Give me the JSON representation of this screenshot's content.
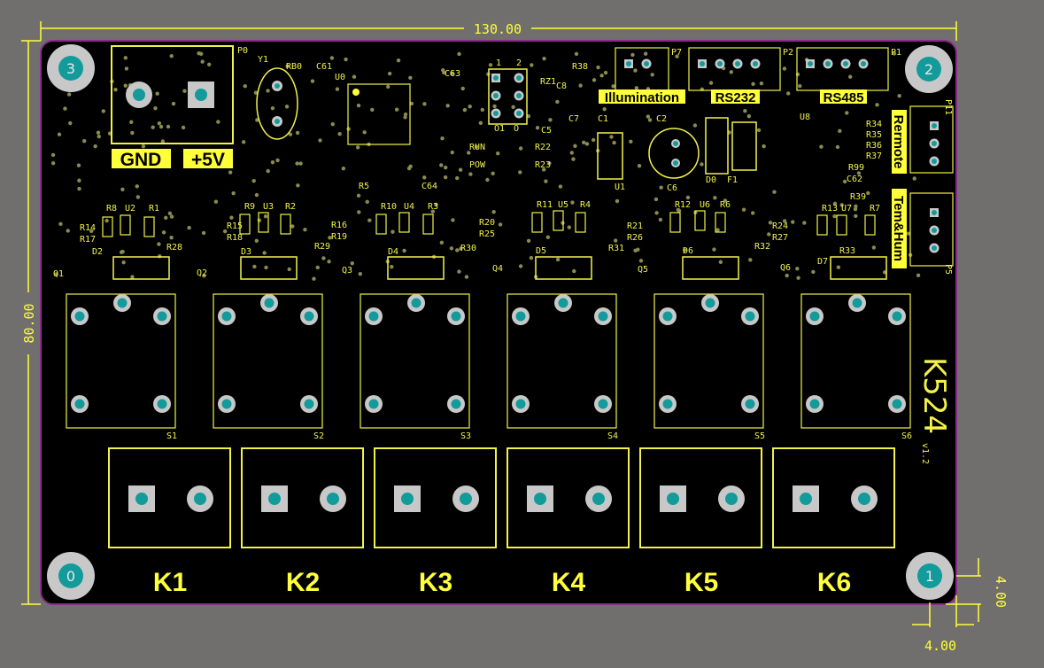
{
  "board": {
    "name": "K524",
    "version": "v1.2",
    "colors": {
      "background": "#716f6e",
      "board": "#000000",
      "outline": "#8b2a8b",
      "silkscreen": "#f2f24a",
      "pad": "#c8c8c8",
      "hole": "#139a9a",
      "via": "#8a8a50"
    }
  },
  "dimensions": {
    "width": "130.00",
    "height": "80.00",
    "hole_x": "4.00",
    "hole_y": "4.00"
  },
  "mounting_holes": [
    "3",
    "2",
    "0",
    "1"
  ],
  "power": {
    "designator": "P0",
    "gnd_label": "GND",
    "vcc_label": "+5V"
  },
  "connectors": [
    {
      "designator": "P7",
      "label": "Illumination"
    },
    {
      "designator": "P2",
      "label": "RS232"
    },
    {
      "designator": "P1",
      "label": "RS485"
    },
    {
      "designator": "P11",
      "label": "Rermote"
    },
    {
      "designator": "P5",
      "label": "Tem&Hum"
    }
  ],
  "relays": [
    "S1",
    "S2",
    "S3",
    "S4",
    "S5",
    "S6"
  ],
  "terminals": [
    "K1",
    "K2",
    "K3",
    "K4",
    "K5",
    "K6"
  ],
  "header_labels": [
    "1",
    "2",
    "O1",
    "O"
  ],
  "designators": [
    "Y1",
    "RB0",
    "C61",
    "U0",
    "C63",
    "R38",
    "RZ1",
    "C8",
    "C7",
    "C5",
    "C1",
    "C2",
    "RUN",
    "R22",
    "POW",
    "R23",
    "U1",
    "C6",
    "D0",
    "F1",
    "U8",
    "R34",
    "R35",
    "R36",
    "R37",
    "R99",
    "C62",
    "R39",
    "R5",
    "C64",
    "R8",
    "U2",
    "R1",
    "R14",
    "R17",
    "R15",
    "R18",
    "R9",
    "U3",
    "R2",
    "R16",
    "R19",
    "R10",
    "U4",
    "R3",
    "R20",
    "R25",
    "R11",
    "U5",
    "R4",
    "R21",
    "R26",
    "R12",
    "U6",
    "R6",
    "R24",
    "R27",
    "R13",
    "U7",
    "R7",
    "R33",
    "D2",
    "R28",
    "Q2",
    "Q1",
    "D3",
    "R29",
    "Q3",
    "D4",
    "R30",
    "Q4",
    "D5",
    "R31",
    "Q5",
    "D6",
    "R32",
    "Q6",
    "D7"
  ]
}
